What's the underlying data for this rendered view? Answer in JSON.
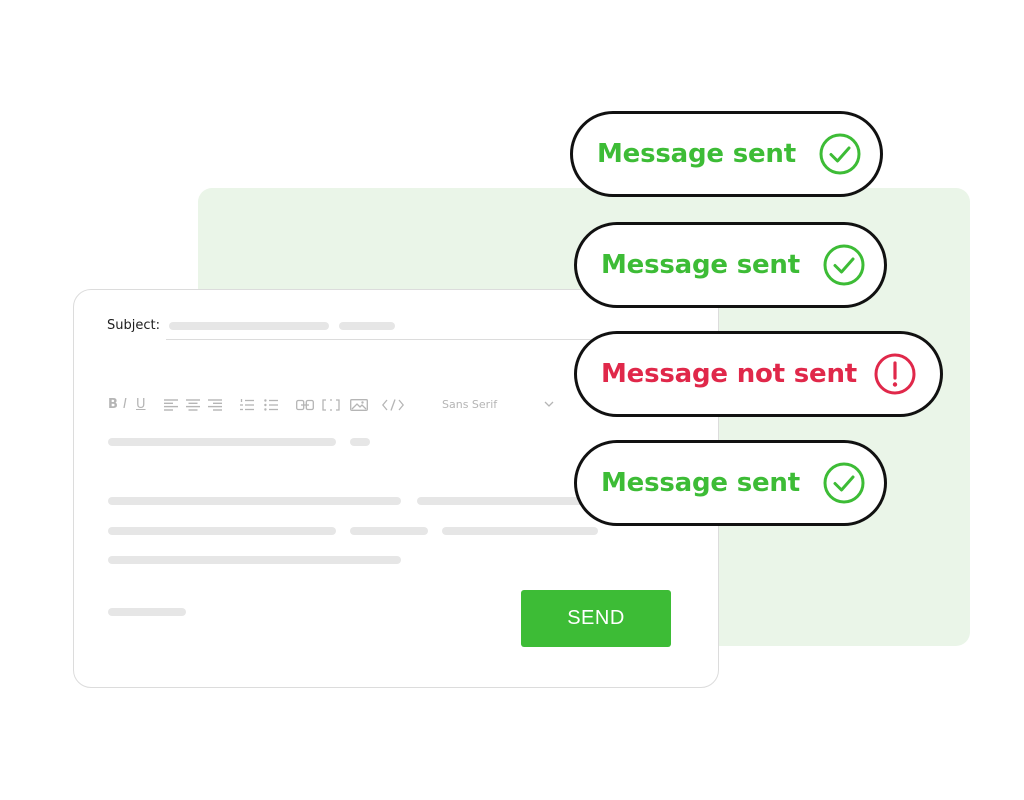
{
  "composer": {
    "subject_label": "Subject:",
    "font_select": "Sans Serif",
    "send_label": "SEND",
    "toolbar_icons": [
      "bold-icon",
      "italic-icon",
      "underline-icon",
      "align-left-icon",
      "align-center-icon",
      "align-right-icon",
      "numbered-list-icon",
      "bulleted-list-icon",
      "link-icon",
      "embed-icon",
      "image-icon",
      "code-icon",
      "chevron-down-icon"
    ]
  },
  "statuses": [
    {
      "label": "Message sent",
      "state": "sent",
      "icon": "check-circle-icon",
      "color": "#3dbc36"
    },
    {
      "label": "Message sent",
      "state": "sent",
      "icon": "check-circle-icon",
      "color": "#3dbc36"
    },
    {
      "label": "Message not sent",
      "state": "error",
      "icon": "exclamation-circle-icon",
      "color": "#e0284a"
    },
    {
      "label": "Message sent",
      "state": "sent",
      "icon": "check-circle-icon",
      "color": "#3dbc36"
    }
  ],
  "colors": {
    "accent": "#3dbc36",
    "error": "#e0284a",
    "panel_bg": "#eaf5e8",
    "placeholder": "#e6e6e6"
  }
}
